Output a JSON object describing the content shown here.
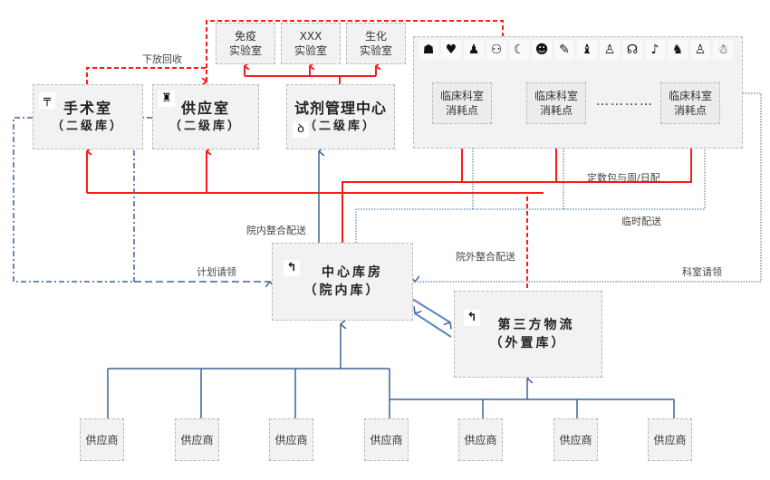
{
  "labs": [
    {
      "line1": "免疫",
      "line2": "实验室"
    },
    {
      "line1": "XXX",
      "line2": "实验室"
    },
    {
      "line1": "生化",
      "line2": "实验室"
    }
  ],
  "secondary_stores": [
    {
      "name": "手术室",
      "sub": "（二级库）",
      "icon": "surgery-lamp-icon",
      "glyph": "╤"
    },
    {
      "name": "供应室",
      "sub": "（二级库）",
      "icon": "sterilizer-icon",
      "glyph": "♜"
    },
    {
      "name": "试剂管理中心",
      "sub": "（二级库）",
      "icon": "microscope-icon",
      "glyph": "ꝺ"
    }
  ],
  "department_icons": [
    "☗",
    "♥",
    "♟",
    "⚇",
    "☾",
    "☻",
    "✎",
    "♝",
    "♙",
    "☊",
    "♪",
    "♞",
    "♙",
    "☃"
  ],
  "consumption_points": [
    {
      "line1": "临床科室",
      "line2": "消耗点"
    },
    {
      "line1": "临床科室",
      "line2": "消耗点"
    },
    {
      "line1": "临床科室",
      "line2": "消耗点"
    }
  ],
  "ellipsis": "…………",
  "central_store": {
    "name": "中心库房",
    "sub": "（院内库）",
    "glyph": "↰"
  },
  "third_party": {
    "name": "第三方物流",
    "sub": "（外置库）",
    "glyph": "↰"
  },
  "suppliers": [
    "供应商",
    "供应商",
    "供应商",
    "供应商",
    "供应商",
    "供应商",
    "供应商"
  ],
  "notes": {
    "recall": "下放回收",
    "fixed_package": "定数包与周/日配",
    "temp_delivery": "临时配送",
    "inner_delivery": "院内整合配送",
    "outer_delivery": "院外整合配送",
    "plan_request": "计划请领",
    "dept_request": "科室请领"
  },
  "colors": {
    "red": "#ff1a1a",
    "blue": "#3d6496",
    "box": "#f2f2f2"
  }
}
